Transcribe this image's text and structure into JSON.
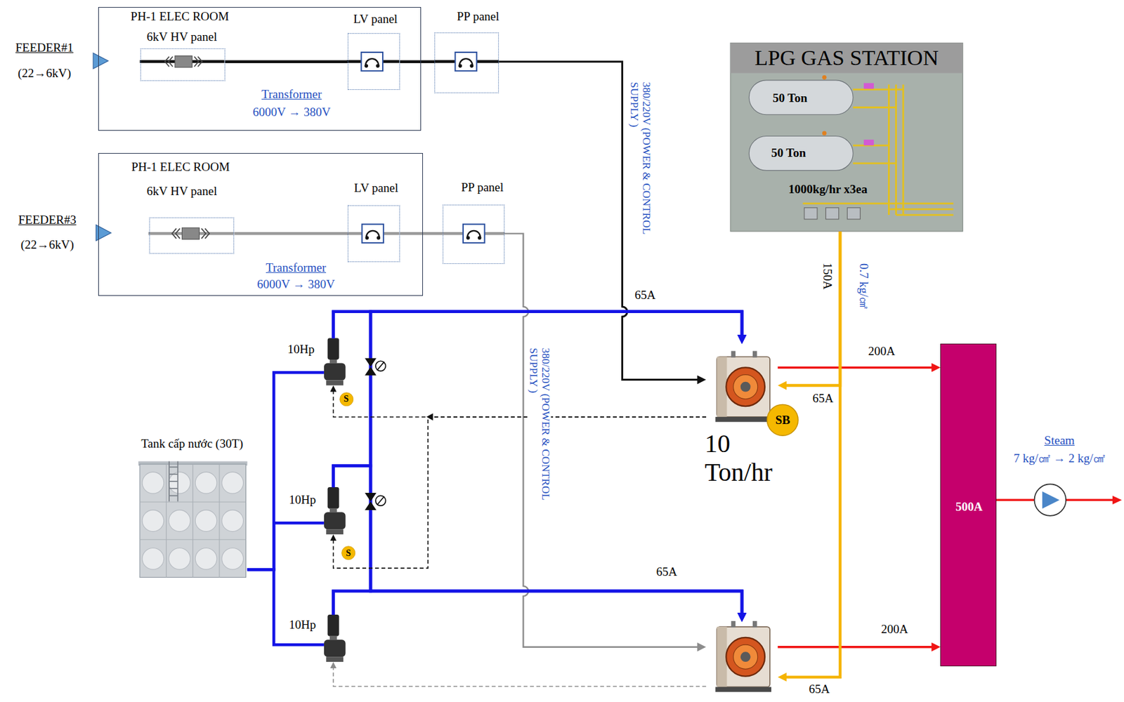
{
  "diagram": {
    "nodes": [
      {
        "text": [
          "PH-1 ELEC ROOM",
          "Transformer",
          "6000V → 380V"
        ]
      },
      {
        "text": [
          "6kV HV panel"
        ],
        "in": 0
      },
      {
        "text": [
          "LV panel"
        ],
        "in": 0
      },
      {
        "text": [
          "PP panel"
        ]
      },
      {
        "text": [
          "PH-1 ELEC ROOM",
          "Transformer",
          "6000V → 380V"
        ]
      },
      {
        "text": [
          "6kV HV panel"
        ],
        "in": 4
      },
      {
        "text": [
          "LV panel"
        ],
        "in": 4
      },
      {
        "text": [
          "PP panel"
        ]
      },
      {
        "text": [
          "LPG GAS STATION",
          "50 Ton",
          "50 Ton",
          "1000kg/hr x3ea"
        ]
      },
      {
        "text": [
          "10 Ton/hr"
        ]
      },
      {
        "text": [
          "SB"
        ]
      },
      {
        "text": []
      },
      {
        "text": [
          "500A"
        ]
      },
      {
        "text": [
          "Tank cấp nước (30T)"
        ]
      },
      {
        "text": [
          "10Hp"
        ]
      },
      {
        "text": [
          "S"
        ]
      },
      {
        "text": [
          "10Hp"
        ]
      },
      {
        "text": [
          "S"
        ]
      },
      {
        "text": [
          "10Hp"
        ]
      }
    ],
    "edges": [
      {
        "from": 1,
        "to": 2,
        "arrow": "none"
      },
      {
        "from": 2,
        "to": 3,
        "arrow": "none"
      },
      {
        "from": 3,
        "to": 9,
        "arrow": "to",
        "label": "380/220V (POWER & CONTROL SUPPLY )"
      },
      {
        "from": 5,
        "to": 6,
        "arrow": "none"
      },
      {
        "from": 6,
        "to": 7,
        "arrow": "none"
      },
      {
        "from": 7,
        "to": 11,
        "arrow": "to",
        "label": "380/220V (POWER & CONTROL SUPPLY )"
      },
      {
        "from": 14,
        "to": 9,
        "arrow": "to",
        "label": "65A"
      },
      {
        "from": 14,
        "to": 11,
        "arrow": "to"
      },
      {
        "from": 16,
        "to": 9,
        "arrow": "to"
      },
      {
        "from": 16,
        "to": 11,
        "arrow": "to"
      },
      {
        "from": 18,
        "to": 11,
        "arrow": "to",
        "label": "65A"
      },
      {
        "from": 18,
        "to": 9,
        "arrow": "to"
      },
      {
        "from": 13,
        "to": 14,
        "arrow": "none"
      },
      {
        "from": 13,
        "to": 16,
        "arrow": "none"
      },
      {
        "from": 13,
        "to": 18,
        "arrow": "none"
      },
      {
        "from": 9,
        "to": 12,
        "arrow": "to",
        "label": "200A"
      },
      {
        "from": 11,
        "to": 12,
        "arrow": "to",
        "label": "200A"
      },
      {
        "from": 8,
        "to": 9,
        "arrow": "to",
        "label": "65A"
      },
      {
        "from": 8,
        "to": 11,
        "arrow": "to",
        "label": "65A"
      },
      {
        "from": 9,
        "to": 14,
        "arrow": "to"
      },
      {
        "from": 9,
        "to": 16,
        "arrow": "to"
      },
      {
        "from": 11,
        "to": 18,
        "arrow": "to"
      }
    ],
    "labels": [
      "FEEDER#1",
      "(22→6kV)",
      "FEEDER#3",
      "(22→6kV)",
      "150A",
      "0.7 kg/㎠",
      "Steam",
      "7 kg/㎠ → 2 kg/㎠"
    ]
  }
}
